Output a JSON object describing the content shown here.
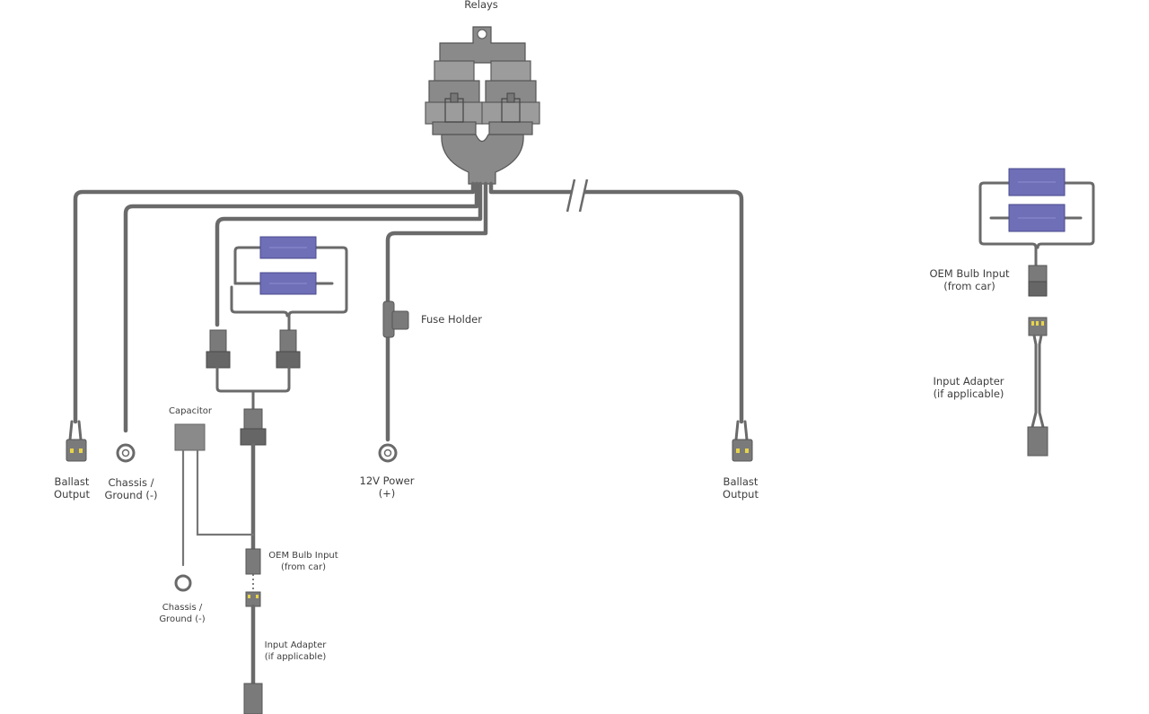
{
  "labels": {
    "relays": "Relays",
    "ballast_output_left": [
      "Ballast",
      "Output"
    ],
    "chassis_ground_top": [
      "Chassis /",
      "Ground (-)"
    ],
    "capacitor": "Capacitor",
    "chassis_ground_bottom": [
      "Chassis /",
      "Ground (-)"
    ],
    "oem_bulb_input_main": [
      "OEM Bulb Input",
      "(from car)"
    ],
    "input_adapter_main": [
      "Input Adapter",
      "(if applicable)"
    ],
    "fuse_holder": "Fuse Holder",
    "power_12v": [
      "12V Power",
      "(+)"
    ],
    "ballast_output_right": [
      "Ballast",
      "Output"
    ],
    "oem_bulb_input_side": [
      "OEM Bulb Input",
      "(from car)"
    ],
    "input_adapter_side": [
      "Input Adapter",
      "(if applicable)"
    ]
  },
  "colors": {
    "wire": "#6a6a6a",
    "connector": "#7a7a7a",
    "relay_housing": "#8a8a8a",
    "resistor": "#6f6fb8",
    "pin": "#e8d44a"
  }
}
